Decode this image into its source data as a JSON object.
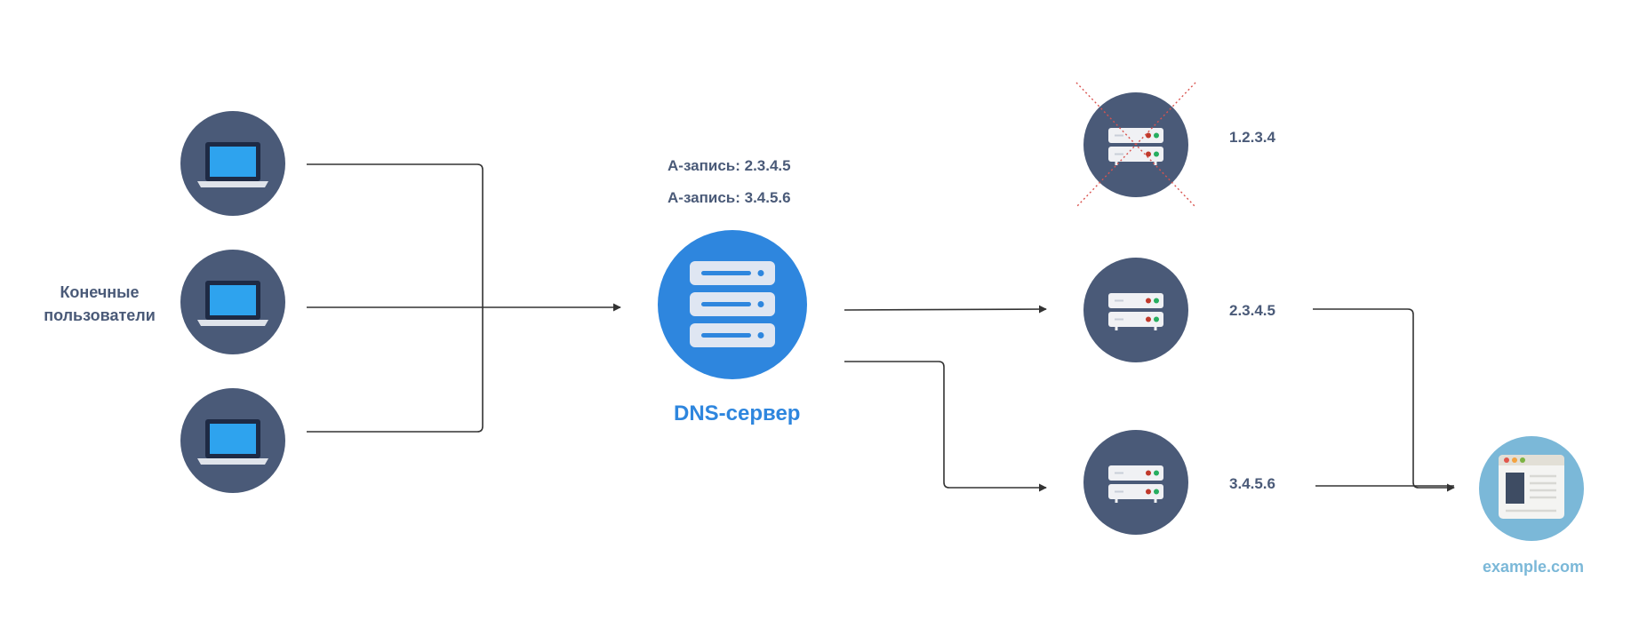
{
  "users_label_line1": "Конечные",
  "users_label_line2": "пользователи",
  "dns": {
    "record1": "А-запись: 2.3.4.5",
    "record2": "А-запись: 3.4.5.6",
    "label": "DNS-сервер"
  },
  "servers": [
    {
      "ip": "1.2.3.4",
      "status": "unavailable"
    },
    {
      "ip": "2.3.4.5",
      "status": "available"
    },
    {
      "ip": "3.4.5.6",
      "status": "available"
    }
  ],
  "website_label": "example.com",
  "icons": {
    "user": "laptop-icon",
    "dns": "server-icon",
    "server": "server-rack-icon",
    "website": "browser-window-icon",
    "failed": "cross-icon"
  },
  "colors": {
    "node_dark": "#4a5a78",
    "dns_blue": "#2e86de",
    "website_blue": "#7bb8d8",
    "laptop_screen": "#2ea3ee",
    "cross_red": "#d9534f",
    "line": "#333333"
  }
}
